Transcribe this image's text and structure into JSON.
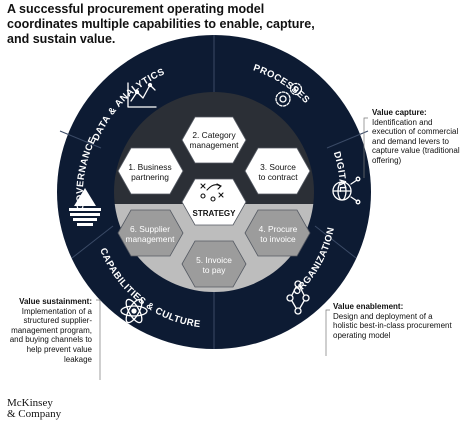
{
  "title": "A successful procurement operating model coordinates multiple capabilities to enable, capture, and sustain value.",
  "ring_labels": {
    "data_analytics": "DATA & ANALYTICS",
    "processes": "PROCESSES",
    "digital": "DIGITAL",
    "organization": "ORGANIZATION",
    "capabilities_culture": "CAPABILITIES & CULTURE",
    "governance": "GOVERNANCE"
  },
  "hexagons": {
    "h1": {
      "line1": "1. Business",
      "line2": "partnering"
    },
    "h2": {
      "line1": "2. Category",
      "line2": "management"
    },
    "h3": {
      "line1": "3. Source",
      "line2": "to contract"
    },
    "h4": {
      "line1": "4. Procure",
      "line2": "to invoice"
    },
    "h5": {
      "line1": "5. Invoice",
      "line2": "to pay"
    },
    "h6": {
      "line1": "6. Supplier",
      "line2": "management"
    },
    "center": "STRATEGY"
  },
  "callouts": {
    "value_capture": {
      "heading": "Value capture:",
      "body": "Identification and execution of commercial and demand levers to capture value (traditional offering)"
    },
    "value_sustainment": {
      "heading": "Value sustainment:",
      "body": "Implementation of a structured supplier-management program, and buying channels to help prevent value leakage"
    },
    "value_enablement": {
      "heading": "Value enablement:",
      "body": "Design and deployment of a holistic best-in-class procurement operating model"
    }
  },
  "logo": {
    "line1": "McKinsey",
    "line2": "& Company"
  },
  "colors": {
    "ring_dark": "#0d1b33",
    "inner_dark": "#2b2f36",
    "inner_light": "#bdbdbd",
    "hex_white": "#ffffff",
    "hex_gray": "#9c9c9c"
  },
  "icons": [
    "analytics-icon",
    "gears-icon",
    "globe-network-icon",
    "org-tree-icon",
    "atom-icon",
    "pyramid-icon",
    "strategy-play-icon"
  ]
}
